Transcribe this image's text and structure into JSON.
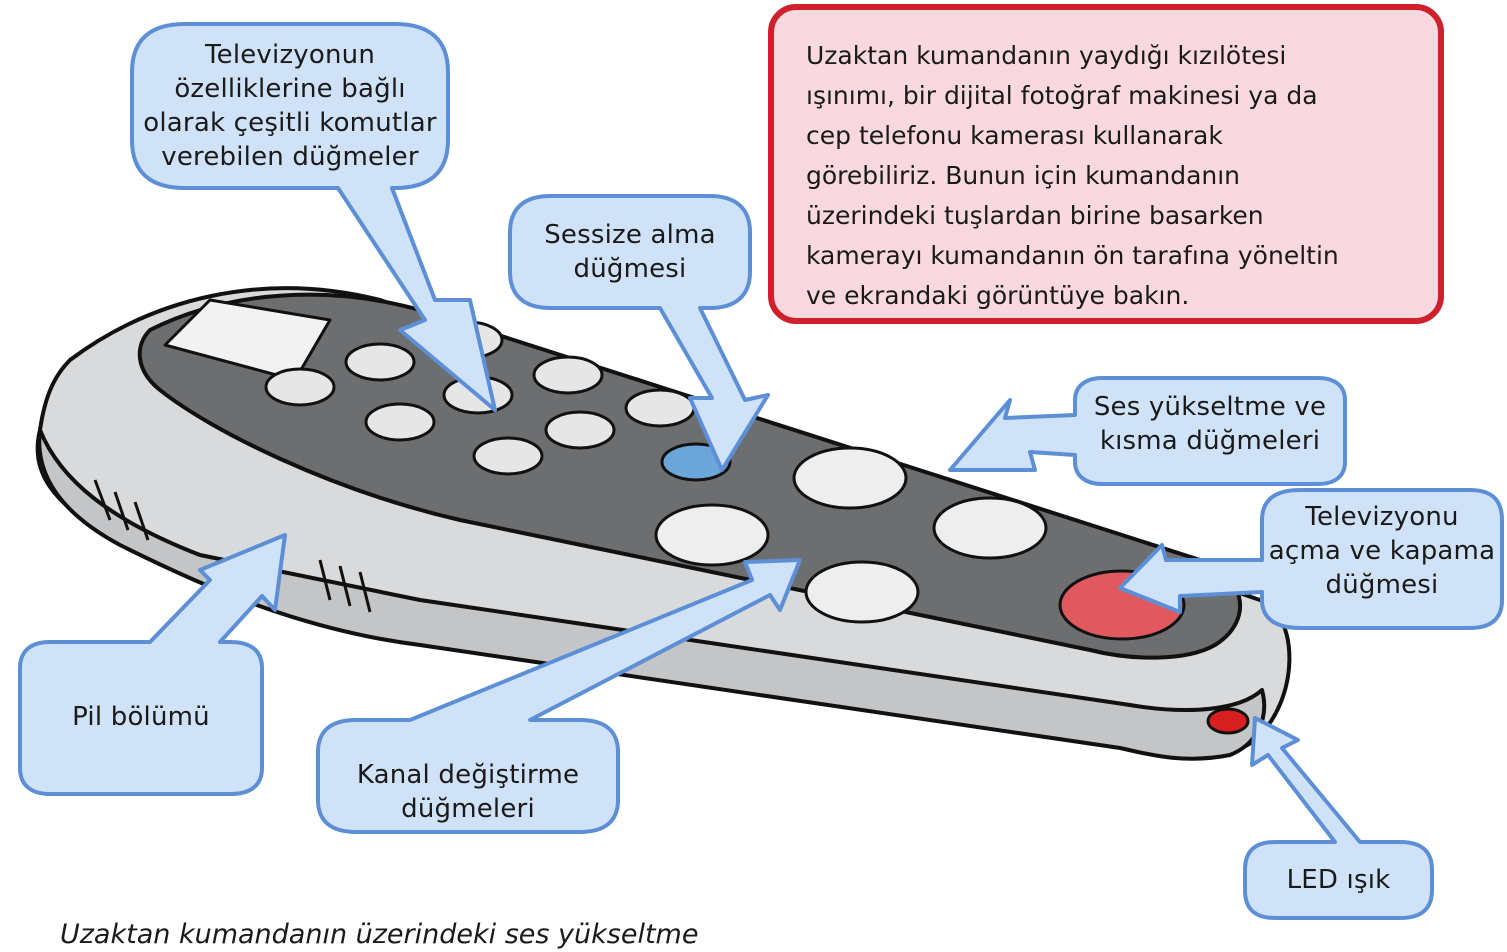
{
  "info_box": {
    "lines": [
      "Uzaktan kumandanın yaydığı kızılötesi",
      "ışınımı, bir dijital fotoğraf makinesi ya da",
      "cep telefonu kamerası kullanarak",
      "görebiliriz. Bunun için kumandanın",
      "üzerindeki tuşlardan birine basarken",
      "kamerayı kumandanın ön tarafına yöneltin",
      "ve ekrandaki görüntüye bakın."
    ]
  },
  "callouts": {
    "feature_buttons": [
      "Televizyonun",
      "özelliklerine bağlı",
      "olarak çeşitli komutlar",
      "verebilen düğmeler"
    ],
    "mute_button": [
      "Sessize alma",
      "düğmesi"
    ],
    "volume_buttons": [
      "Ses yükseltme ve",
      "kısma düğmeleri"
    ],
    "power_button": [
      "Televizyonu",
      "açma ve kapama",
      "düğmesi"
    ],
    "battery": [
      "Pil bölümü"
    ],
    "channel_buttons": [
      "Kanal değiştirme",
      "düğmeleri"
    ],
    "led": [
      "LED ışık"
    ]
  },
  "bottom_text": "Uzaktan kumandanın üzerindeki ses yükseltme",
  "colors": {
    "callout_fill": "#cfe2f7",
    "callout_stroke": "#5d8fd6",
    "info_fill": "#f9d9df",
    "info_border": "#d0202c",
    "remote_body": "#d9dadb",
    "remote_top": "#6d6e70",
    "button": "#e6e6e6",
    "mute": "#6aa6d8",
    "power": "#e0595e",
    "led": "#d81f1f"
  }
}
